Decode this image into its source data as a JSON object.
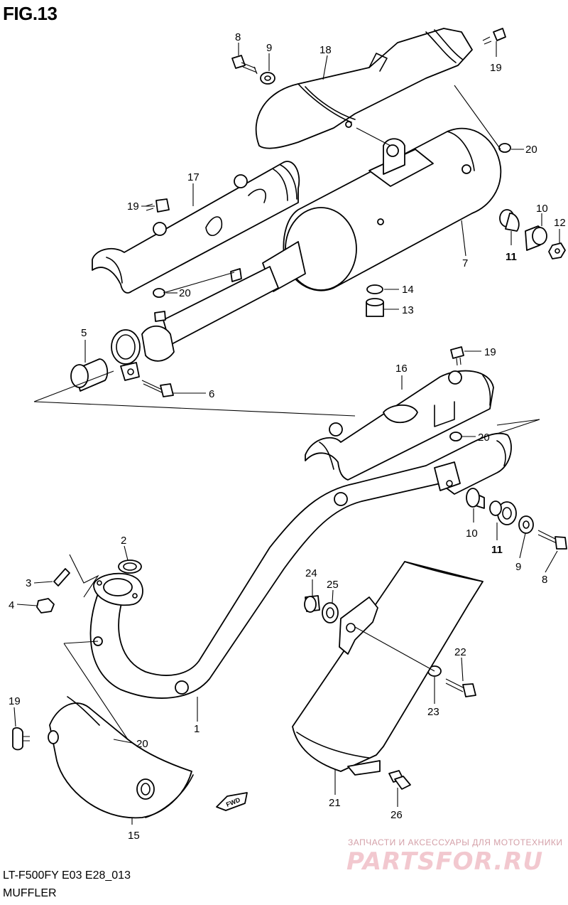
{
  "figure": {
    "title": "FIG.13",
    "footer_code": "LT-F500FY E03 E28_013",
    "footer_name": "MUFFLER",
    "fwd_label": "FWD"
  },
  "watermark": {
    "tagline": "ЗАПЧАСТИ И АКСЕССУАРЫ ДЛЯ МОТОТЕХНИКИ",
    "logo": "PARTSFOR.RU"
  },
  "callouts": [
    {
      "id": "c8a",
      "text": "8"
    },
    {
      "id": "c9a",
      "text": "9"
    },
    {
      "id": "c18",
      "text": "18"
    },
    {
      "id": "c19a",
      "text": "19"
    },
    {
      "id": "c20a",
      "text": "20"
    },
    {
      "id": "c17",
      "text": "17"
    },
    {
      "id": "c19b",
      "text": "19"
    },
    {
      "id": "c10a",
      "text": "10"
    },
    {
      "id": "c12",
      "text": "12"
    },
    {
      "id": "c11a",
      "text": "11"
    },
    {
      "id": "c7",
      "text": "7"
    },
    {
      "id": "c20b",
      "text": "20"
    },
    {
      "id": "c14",
      "text": "14"
    },
    {
      "id": "c13",
      "text": "13"
    },
    {
      "id": "c5",
      "text": "5"
    },
    {
      "id": "c6",
      "text": "6"
    },
    {
      "id": "c19c",
      "text": "19"
    },
    {
      "id": "c16",
      "text": "16"
    },
    {
      "id": "c20c",
      "text": "20"
    },
    {
      "id": "c10b",
      "text": "10"
    },
    {
      "id": "c11b",
      "text": "11"
    },
    {
      "id": "c9b",
      "text": "9"
    },
    {
      "id": "c8b",
      "text": "8"
    },
    {
      "id": "c2",
      "text": "2"
    },
    {
      "id": "c3",
      "text": "3"
    },
    {
      "id": "c4",
      "text": "4"
    },
    {
      "id": "c24",
      "text": "24"
    },
    {
      "id": "c25",
      "text": "25"
    },
    {
      "id": "c22",
      "text": "22"
    },
    {
      "id": "c23",
      "text": "23"
    },
    {
      "id": "c1",
      "text": "1"
    },
    {
      "id": "c19d",
      "text": "19"
    },
    {
      "id": "c20d",
      "text": "20"
    },
    {
      "id": "c21",
      "text": "21"
    },
    {
      "id": "c26",
      "text": "26"
    },
    {
      "id": "c15",
      "text": "15"
    }
  ]
}
